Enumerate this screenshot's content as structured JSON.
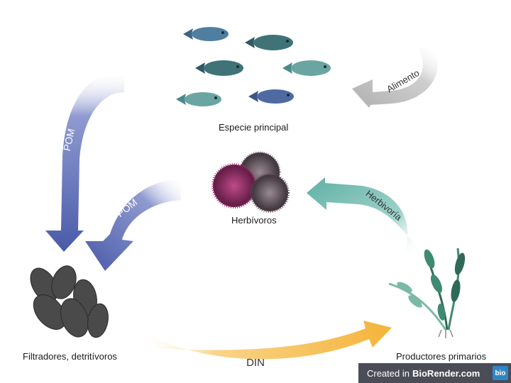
{
  "nodes": {
    "main_species": "Especie principal",
    "herbivores": "Herbívoros",
    "filter_feeders": "Filtradores, detritívoros",
    "primary_producers": "Productores primarios"
  },
  "arrows": {
    "food": "Alimento",
    "pom_outer": "POM",
    "pom_inner": "POM",
    "herbivory": "Herbivoría",
    "din": "DIN"
  },
  "watermark": {
    "prefix": "Created in",
    "brand": "BioRender.com",
    "logo": "bio"
  },
  "colors": {
    "pom": "#4a5aa8",
    "food": "#b8b8b8",
    "herbivory": "#5fb0a4",
    "din": "#f5b43a",
    "fish": "#4f7fa0",
    "urchin_purple": "#7a2a5a",
    "urchin_dark": "#3a3038",
    "mussel": "#4a4a4a",
    "kelp": "#3f8a73"
  }
}
